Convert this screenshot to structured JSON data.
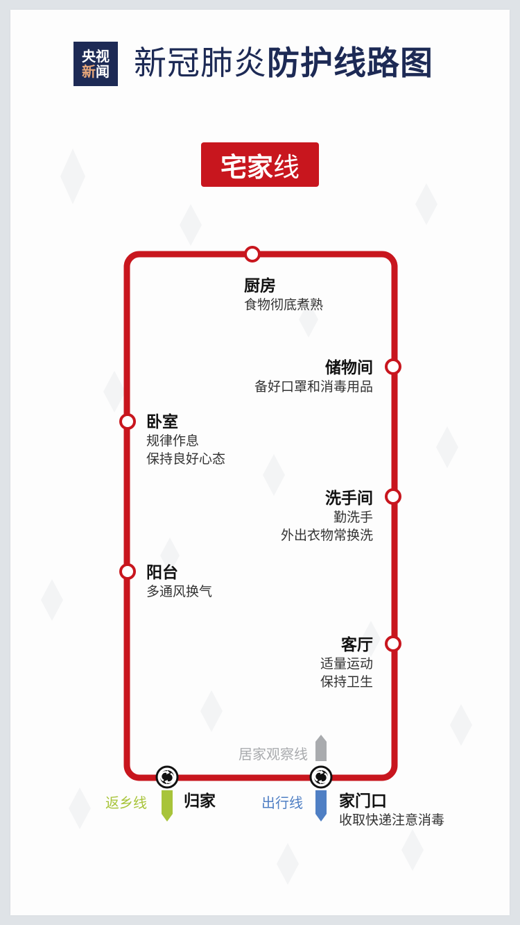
{
  "header": {
    "logo": {
      "row1": "央视",
      "row2_accent": "新",
      "row2_rest": "闻"
    },
    "title_regular": "新冠肺炎",
    "title_bold": "防护线路图"
  },
  "line": {
    "badge_bold": "宅家",
    "badge_thin": "线",
    "color": "#c8161e"
  },
  "stations": {
    "kitchen": {
      "name": "厨房",
      "desc": [
        "食物彻底煮熟"
      ]
    },
    "storage": {
      "name": "储物间",
      "desc": [
        "备好口罩和消毒用品"
      ]
    },
    "bedroom": {
      "name": "卧室",
      "desc": [
        "规律作息",
        "保持良好心态"
      ]
    },
    "bathroom": {
      "name": "洗手间",
      "desc": [
        "勤洗手",
        "外出衣物常换洗"
      ]
    },
    "balcony": {
      "name": "阳台",
      "desc": [
        "多通风换气"
      ]
    },
    "living_room": {
      "name": "客厅",
      "desc": [
        "适量运动",
        "保持卫生"
      ]
    },
    "home": {
      "name": "归家"
    },
    "doorway": {
      "name": "家门口",
      "desc": [
        "收取快递注意消毒"
      ]
    }
  },
  "transfer_lines": {
    "return_home": {
      "label": "返乡线",
      "color": "#a8c43a"
    },
    "outing": {
      "label": "出行线",
      "color": "#4f7fc4"
    },
    "observation": {
      "label": "居家观察线",
      "color": "#a9abae"
    }
  }
}
